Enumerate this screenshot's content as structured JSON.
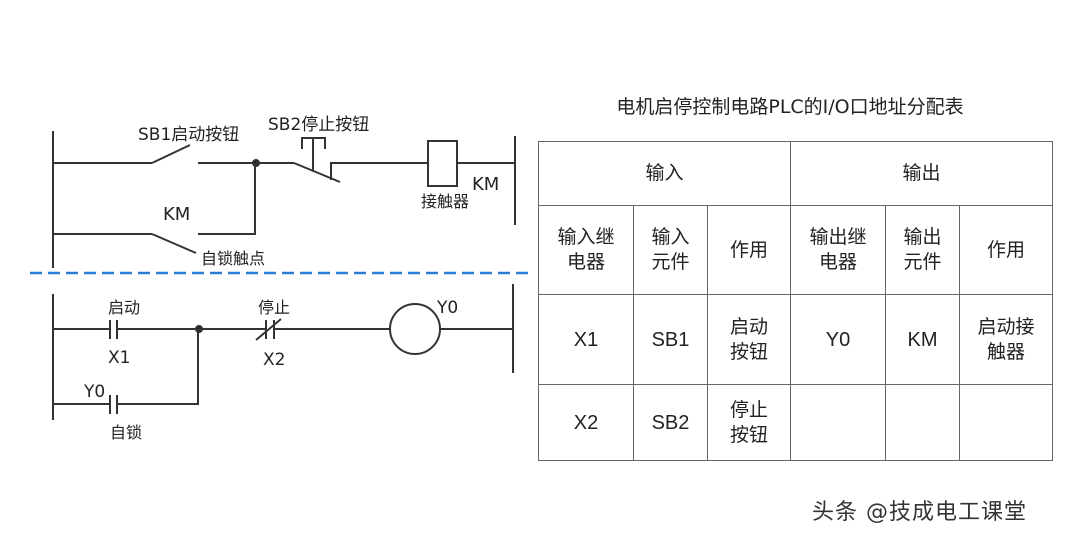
{
  "relay_circuit": {
    "sb1_label": "SB1启动按钮",
    "sb2_label": "SB2停止按钮",
    "km_self_lock_label": "KM",
    "self_lock_contact_label": "自锁触点",
    "coil_label": "接触器",
    "coil_name": "KM"
  },
  "divider_color": "#2a7fd4",
  "ladder": {
    "start_label": "启动",
    "start_addr": "X1",
    "stop_label": "停止",
    "stop_addr": "X2",
    "output_addr": "Y0",
    "self_lock_addr": "Y0",
    "self_lock_label": "自锁"
  },
  "io_table": {
    "title": "电机启停控制电路PLC的I/O口地址分配表",
    "group_headers": [
      "输入",
      "输出"
    ],
    "column_headers": [
      [
        "输入继",
        "电器"
      ],
      [
        "输入",
        "元件"
      ],
      [
        "作用"
      ],
      [
        "输出继",
        "电器"
      ],
      [
        "输出",
        "元件"
      ],
      [
        "作用"
      ]
    ],
    "rows": [
      {
        "in_relay": "X1",
        "in_device": "SB1",
        "in_function": [
          "启动",
          "按钮"
        ],
        "out_relay": "Y0",
        "out_device": "KM",
        "out_function": [
          "启动接",
          "触器"
        ]
      },
      {
        "in_relay": "X2",
        "in_device": "SB2",
        "in_function": [
          "停止",
          "按钮"
        ],
        "out_relay": "",
        "out_device": "",
        "out_function": []
      }
    ]
  },
  "watermark": "头条 @技成电工课堂"
}
